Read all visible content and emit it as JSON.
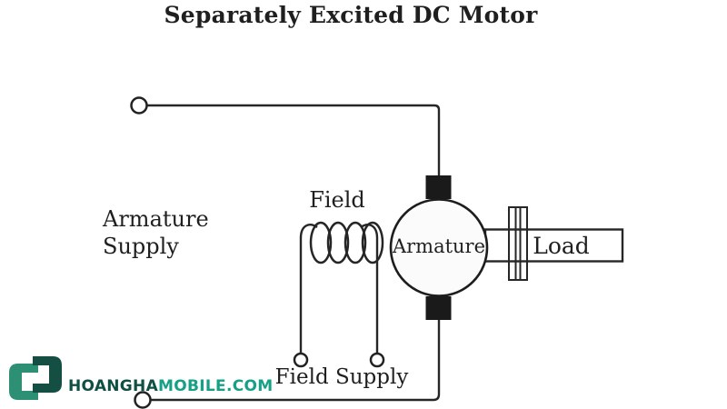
{
  "title": "Separately Excited DC Motor",
  "diagram": {
    "armature_supply_line1": "Armature",
    "armature_supply_line2": "Supply",
    "field_label": "Field",
    "armature_label": "Armature",
    "load_label": "Load",
    "field_supply_label": "Field Supply"
  },
  "watermark": {
    "brand_primary": "HOANGHA",
    "brand_secondary": "MOBILE.COM",
    "brand_primary_color": "#0f4f44",
    "brand_secondary_color": "#16a085",
    "icon_left_color": "#2d8f74",
    "icon_right_color": "#154f43"
  },
  "colors": {
    "wire": "#262626",
    "brush": "#1a1a1a",
    "armature_fill": "#fbfbfb"
  }
}
